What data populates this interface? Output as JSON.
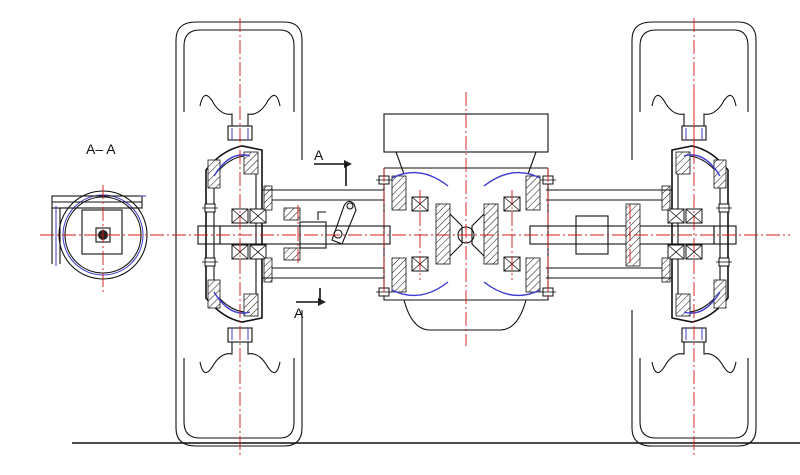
{
  "drawing": {
    "section_label": "A– A",
    "cut_marker_top": "A",
    "cut_marker_bottom": "A"
  },
  "colors": {
    "outline": "#111111",
    "centerline": "#d01818",
    "detail": "#3b3bcf",
    "background": "#ffffff"
  }
}
